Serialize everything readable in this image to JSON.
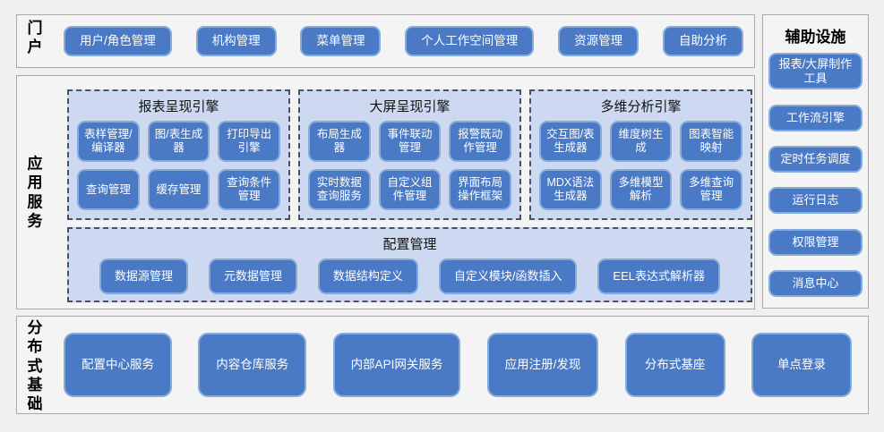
{
  "portal": {
    "label": "门户",
    "buttons": [
      "用户/角色管理",
      "机构管理",
      "菜单管理",
      "个人工作空间管理",
      "资源管理",
      "自助分析"
    ]
  },
  "app_services": {
    "label": "应用服务",
    "engines": [
      {
        "title": "报表呈现引擎",
        "buttons": [
          "表样管理/编译器",
          "图/表生成器",
          "打印导出引擎",
          "查询管理",
          "缓存管理",
          "查询条件管理"
        ]
      },
      {
        "title": "大屏呈现引擎",
        "buttons": [
          "布局生成器",
          "事件联动管理",
          "报警既动作管理",
          "实时数据查询服务",
          "自定义组件管理",
          "界面布局操作框架"
        ]
      },
      {
        "title": "多维分析引擎",
        "buttons": [
          "交互图/表生成器",
          "维度树生成",
          "图表智能映射",
          "MDX语法生成器",
          "多维模型解析",
          "多维查询管理"
        ]
      }
    ],
    "config": {
      "title": "配置管理",
      "buttons": [
        "数据源管理",
        "元数据管理",
        "数据结构定义",
        "自定义模块/函数插入",
        "EEL表达式解析器"
      ]
    }
  },
  "aux": {
    "title": "辅助设施",
    "buttons": [
      "报表/大屏制作工具",
      "工作流引擎",
      "定时任务调度",
      "运行日志",
      "权限管理",
      "消息中心"
    ]
  },
  "distributed": {
    "label": "分布式基础",
    "buttons": [
      "配置中心服务",
      "内容仓库服务",
      "内部API网关服务",
      "应用注册/发现",
      "分布式基座",
      "单点登录"
    ]
  },
  "colors": {
    "button_fill": "#4a79c5",
    "button_border": "#85abdb",
    "panel_fill": "#ccd9f1",
    "panel_border": "#47516a"
  }
}
